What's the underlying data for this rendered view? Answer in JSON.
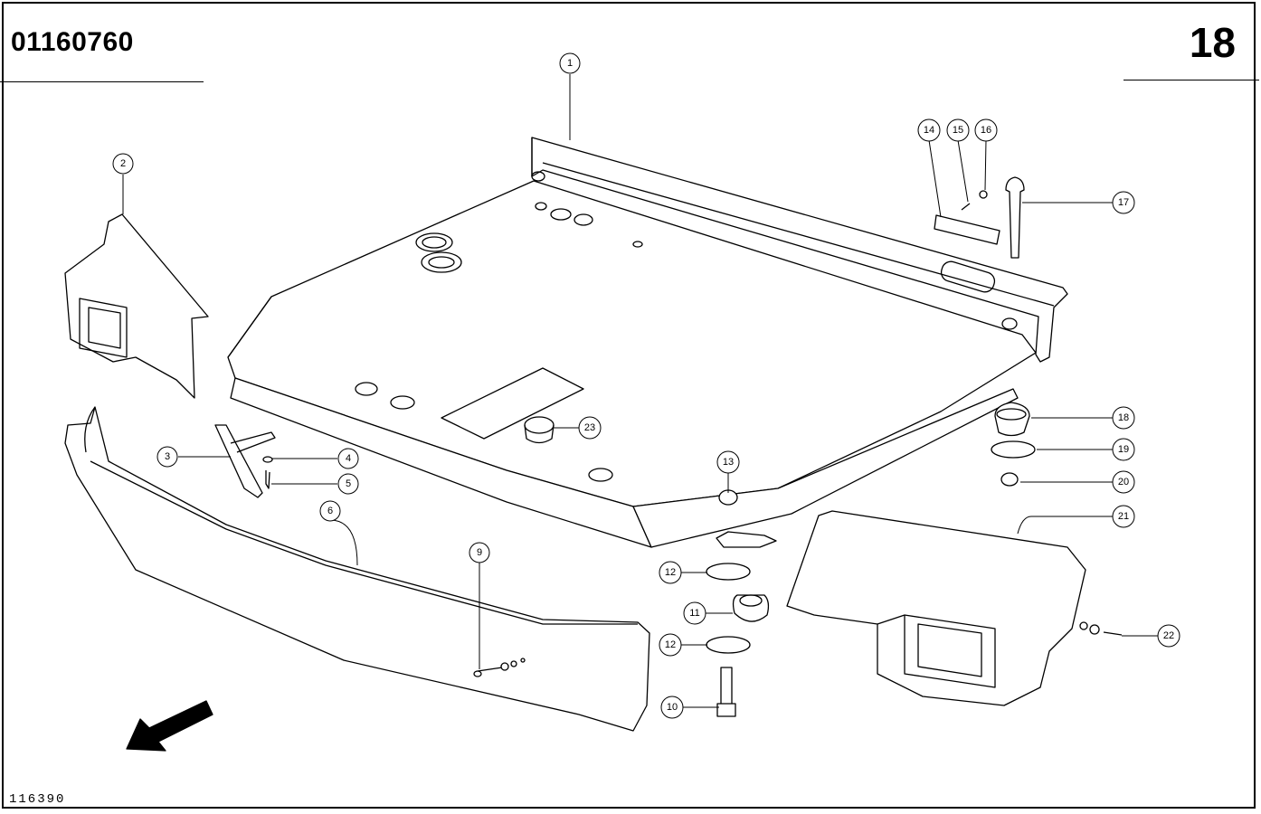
{
  "header": {
    "part_number": "01160760",
    "page_number": "18"
  },
  "footer": {
    "drawing_number": "116390"
  },
  "callouts": [
    {
      "id": "callout-1",
      "label": "1"
    },
    {
      "id": "callout-2",
      "label": "2"
    },
    {
      "id": "callout-3",
      "label": "3"
    },
    {
      "id": "callout-4",
      "label": "4"
    },
    {
      "id": "callout-5",
      "label": "5"
    },
    {
      "id": "callout-6",
      "label": "6"
    },
    {
      "id": "callout-9",
      "label": "9"
    },
    {
      "id": "callout-10",
      "label": "10"
    },
    {
      "id": "callout-11",
      "label": "11"
    },
    {
      "id": "callout-12a",
      "label": "12"
    },
    {
      "id": "callout-12b",
      "label": "12"
    },
    {
      "id": "callout-13",
      "label": "13"
    },
    {
      "id": "callout-14",
      "label": "14"
    },
    {
      "id": "callout-15",
      "label": "15"
    },
    {
      "id": "callout-16",
      "label": "16"
    },
    {
      "id": "callout-17",
      "label": "17"
    },
    {
      "id": "callout-18",
      "label": "18"
    },
    {
      "id": "callout-19",
      "label": "19"
    },
    {
      "id": "callout-20",
      "label": "20"
    },
    {
      "id": "callout-21",
      "label": "21"
    },
    {
      "id": "callout-22",
      "label": "22"
    },
    {
      "id": "callout-23",
      "label": "23"
    }
  ]
}
